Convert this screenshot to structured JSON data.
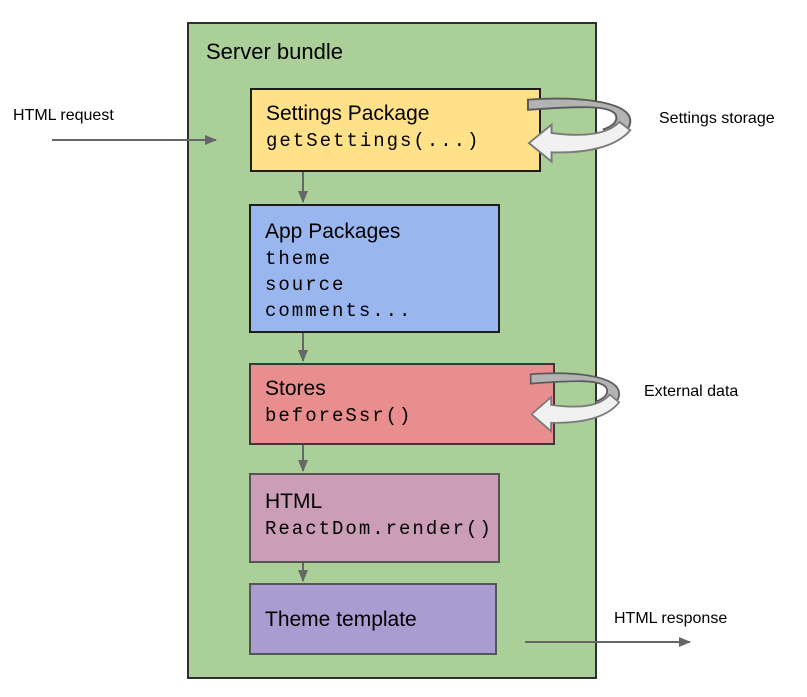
{
  "bundle": {
    "title": "Server bundle",
    "nodes": [
      {
        "title": "Settings Package",
        "code": [
          "getSettings(...)"
        ],
        "fill": "#ffe18a"
      },
      {
        "title": "App Packages",
        "code": [
          "theme",
          "source",
          "comments..."
        ],
        "fill": "#9ab6ef"
      },
      {
        "title": "Stores",
        "code": [
          "beforeSsr()"
        ],
        "fill": "#e88e8e"
      },
      {
        "title": "HTML",
        "code": [
          "ReactDom.render()"
        ],
        "fill": "#cb9db7"
      },
      {
        "title": "Theme template",
        "code": [],
        "fill": "#a89cd0"
      }
    ]
  },
  "labels": {
    "html_request": "HTML request",
    "settings_storage": "Settings storage",
    "external_data": "External data",
    "html_response": "HTML response"
  },
  "colors": {
    "bundle_fill": "#abcf98",
    "bundle_border": "#2f2f2f",
    "arrow": "#666666",
    "loop_dark": "#b3b3b3",
    "loop_light": "#f1f1f1",
    "text": "#000000"
  }
}
